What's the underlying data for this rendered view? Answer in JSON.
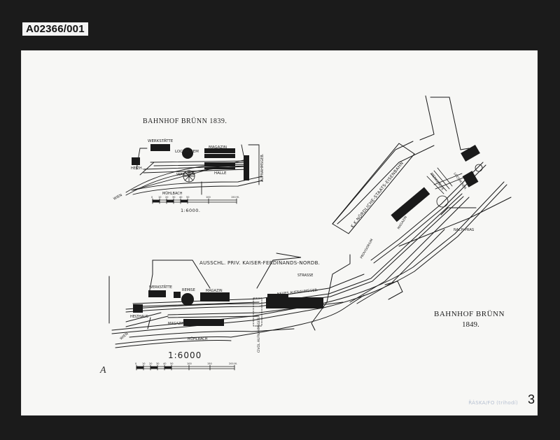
{
  "archive_id": "A02366/001",
  "page_number": "3",
  "corner_letter": "A",
  "stamp": "ŘÁSKA/FO (trihodí)",
  "inset_map": {
    "title": "BAHNHOF BRÜNN 1839.",
    "labels": {
      "werkstatte": "WERKSTÄTTE",
      "locomrem": "LOCOM.REM",
      "magazin": "MAGAZIN",
      "heizh": "HEIZH.",
      "wagrem": "WAG.REM",
      "halle": "HALLE",
      "aufnahmsgeb": "AUFNAHMSGEB.",
      "muhlbach": "MÜHLBACH",
      "wien": "WIEN",
      "scale": "1:6000."
    },
    "scale_ticks": [
      "0",
      "10",
      "20",
      "30",
      "40",
      "50",
      "100",
      "150 M."
    ]
  },
  "main_map": {
    "title_line1": "BAHNHOF BRÜNN",
    "title_line2": "1849.",
    "labels": {
      "ferdinand": "AUSSCHL. PRIV. KAISER-FERDINANDS-NORDB.",
      "staatsbahn": "K.K.NÖRDLICHE-STAATS-EISENBAHN",
      "werkstatte": "WERKSTÄTTE",
      "remise": "REMISE",
      "magazin": "MAGAZIN",
      "heizhaus": "HEIZHAUS",
      "magazin_lower": "MAGAZIN",
      "muhlbach": "MÜHLBACH",
      "wien": "WIEN",
      "strasse": "STRASSE",
      "neues": "NEUES AUFNAHMSGEB.",
      "provisorium": "PROVISORIUM",
      "magazin_right": "MAGAZIN",
      "werkstatte_right": "WERKSTÄTTE",
      "locomrem_right": "LOCOM.REM.",
      "nach_prag": "NACH PRAG",
      "aufnahmsgeb": "CIVOL AUFNAHMSGEB.",
      "scale": "1:6000"
    },
    "scale_ticks": [
      "0",
      "10",
      "20",
      "30",
      "40",
      "50",
      "100",
      "150",
      "200 M."
    ]
  }
}
